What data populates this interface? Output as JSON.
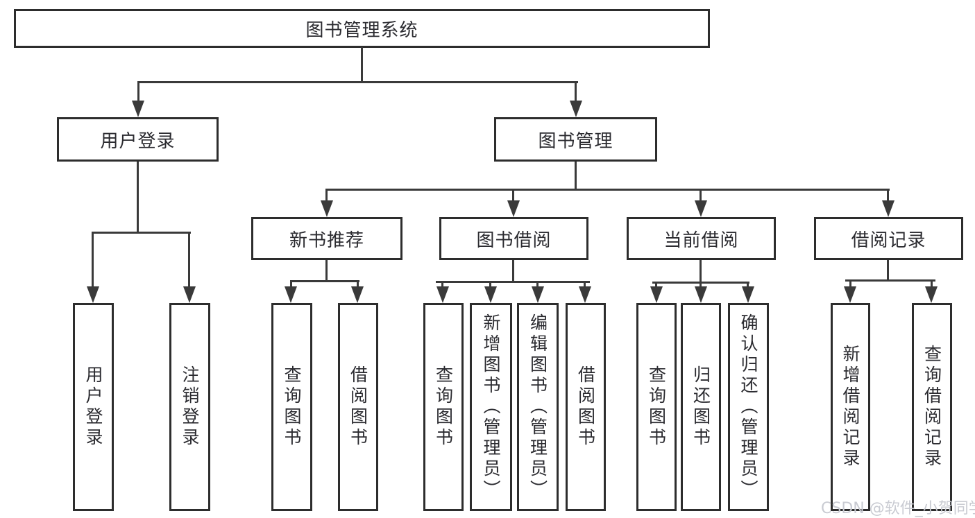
{
  "diagram": {
    "type": "hierarchy-flowchart",
    "root": {
      "label": "图书管理系统",
      "children": [
        {
          "label": "用户登录",
          "children": [
            {
              "label": "用户登录"
            },
            {
              "label": "注销登录"
            }
          ]
        },
        {
          "label": "图书管理",
          "children": [
            {
              "label": "新书推荐",
              "children": [
                {
                  "label": "查询图书"
                },
                {
                  "label": "借阅图书"
                }
              ]
            },
            {
              "label": "图书借阅",
              "children": [
                {
                  "label": "查询图书"
                },
                {
                  "label": "新增图书（管理员）"
                },
                {
                  "label": "编辑图书（管理员）"
                },
                {
                  "label": "借阅图书"
                }
              ]
            },
            {
              "label": "当前借阅",
              "children": [
                {
                  "label": "查询图书"
                },
                {
                  "label": "归还图书"
                },
                {
                  "label": "确认归还（管理员）"
                }
              ]
            },
            {
              "label": "借阅记录",
              "children": [
                {
                  "label": "新增借阅记录"
                },
                {
                  "label": "查询借阅记录"
                }
              ]
            }
          ]
        }
      ]
    }
  },
  "watermark": {
    "text": "CSDN @软件_小贺同学"
  },
  "colors": {
    "background": "#ffffff",
    "box_border": "#2d2d2d",
    "connector_line": "#3a3a3a",
    "text": "#2b2b30",
    "watermark": "#c9cbd2"
  }
}
